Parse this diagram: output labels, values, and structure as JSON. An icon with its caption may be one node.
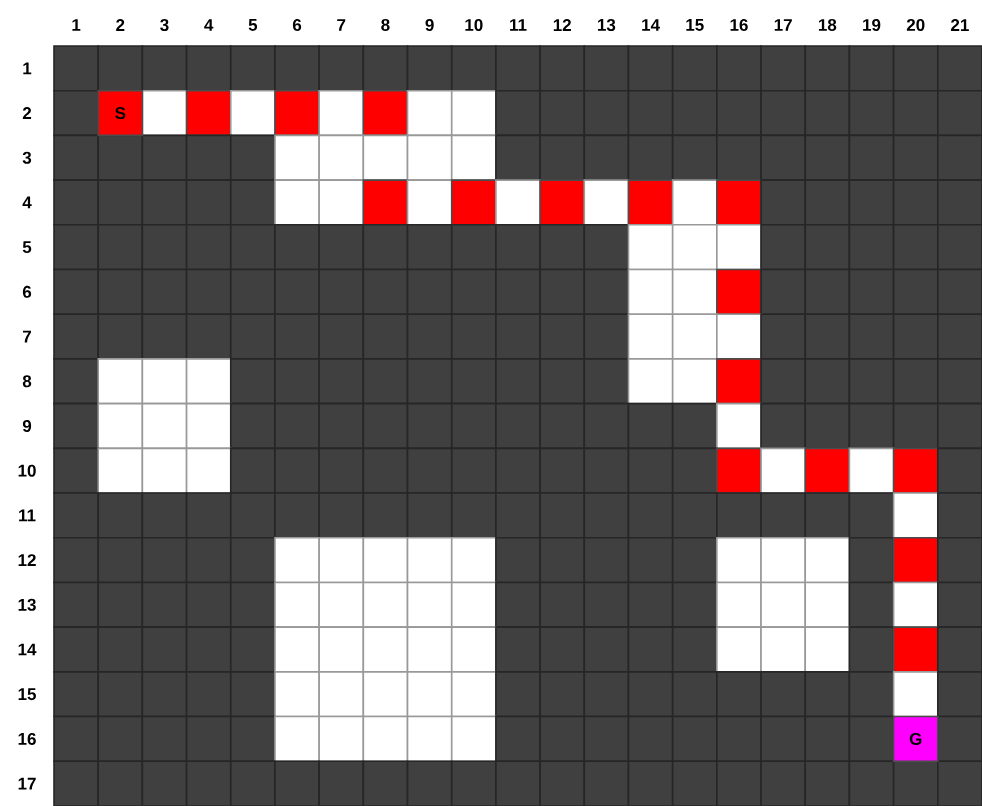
{
  "diagram": {
    "nodes": [
      {
        "text": [
          "S"
        ]
      },
      {
        "text": [
          "G"
        ]
      }
    ],
    "labels": [
      "1",
      "2",
      "3",
      "4",
      "5",
      "6",
      "7",
      "8",
      "9",
      "10",
      "11",
      "12",
      "13",
      "14",
      "15",
      "16",
      "17",
      "18",
      "19",
      "20",
      "21",
      "1",
      "2",
      "3",
      "4",
      "5",
      "6",
      "7",
      "8",
      "9",
      "10",
      "11",
      "12",
      "13",
      "14",
      "15",
      "16",
      "17"
    ]
  }
}
